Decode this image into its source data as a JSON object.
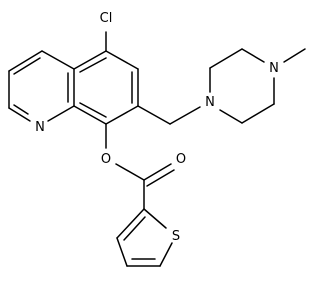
{
  "structure": {
    "atoms": {
      "chlorine": "Cl",
      "quinoline_nitrogen": "N",
      "piperazine_n1": "N",
      "piperazine_n4": "N",
      "ester_oxygen": "O",
      "carbonyl_oxygen": "O",
      "thiophene_sulfur": "S"
    }
  }
}
